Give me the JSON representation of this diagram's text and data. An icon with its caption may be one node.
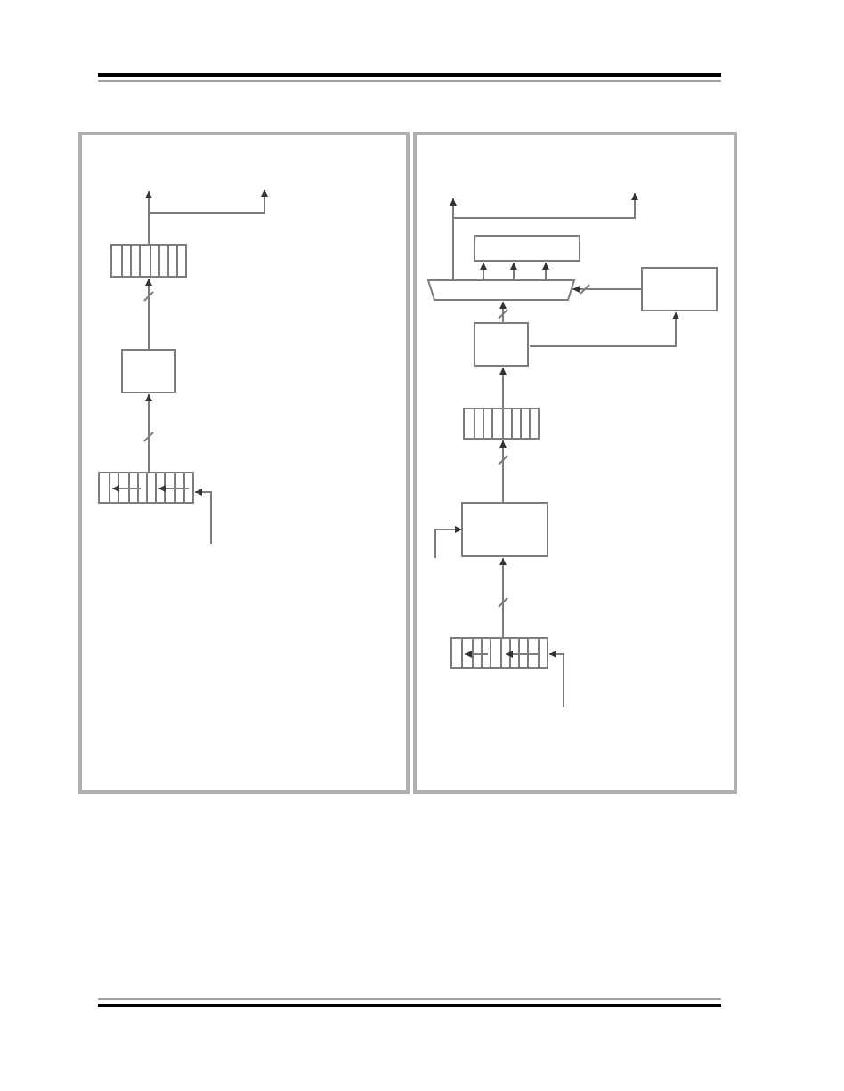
{
  "diagram": {
    "nodes": [
      {
        "text": [],
        "shape": "box"
      },
      {
        "text": [],
        "shape": "register",
        "in": 0
      },
      {
        "text": [],
        "shape": "box",
        "in": 0
      },
      {
        "text": [],
        "shape": "register",
        "in": 0
      },
      {
        "text": [],
        "shape": "box"
      },
      {
        "text": [],
        "shape": "box",
        "in": 4
      },
      {
        "text": [],
        "shape": "trapezoid",
        "in": 4
      },
      {
        "text": [],
        "shape": "box",
        "in": 4
      },
      {
        "text": [],
        "shape": "box",
        "in": 4
      },
      {
        "text": [],
        "shape": "register",
        "in": 4
      },
      {
        "text": [],
        "shape": "box",
        "in": 4
      },
      {
        "text": [],
        "shape": "register",
        "in": 4
      }
    ],
    "edges": [
      {
        "from": 1,
        "to": null,
        "arrow": "to"
      },
      {
        "from": 1,
        "to": null,
        "arrow": "to"
      },
      {
        "from": 2,
        "to": 1,
        "arrow": "to"
      },
      {
        "from": 3,
        "to": 2,
        "arrow": "to"
      },
      {
        "from": null,
        "to": 3,
        "arrow": "to"
      },
      {
        "from": 6,
        "to": null,
        "arrow": "to"
      },
      {
        "from": 6,
        "to": null,
        "arrow": "to"
      },
      {
        "from": 6,
        "to": 5,
        "arrow": "to"
      },
      {
        "from": 6,
        "to": 5,
        "arrow": "to"
      },
      {
        "from": 6,
        "to": 5,
        "arrow": "to"
      },
      {
        "from": 7,
        "to": 6,
        "arrow": "to"
      },
      {
        "from": 8,
        "to": 6,
        "arrow": "to"
      },
      {
        "from": 8,
        "to": 7,
        "arrow": "to"
      },
      {
        "from": 9,
        "to": 8,
        "arrow": "to"
      },
      {
        "from": 10,
        "to": 9,
        "arrow": "to"
      },
      {
        "from": null,
        "to": 10,
        "arrow": "to"
      },
      {
        "from": 11,
        "to": 10,
        "arrow": "to"
      },
      {
        "from": null,
        "to": 11,
        "arrow": "to"
      }
    ]
  }
}
